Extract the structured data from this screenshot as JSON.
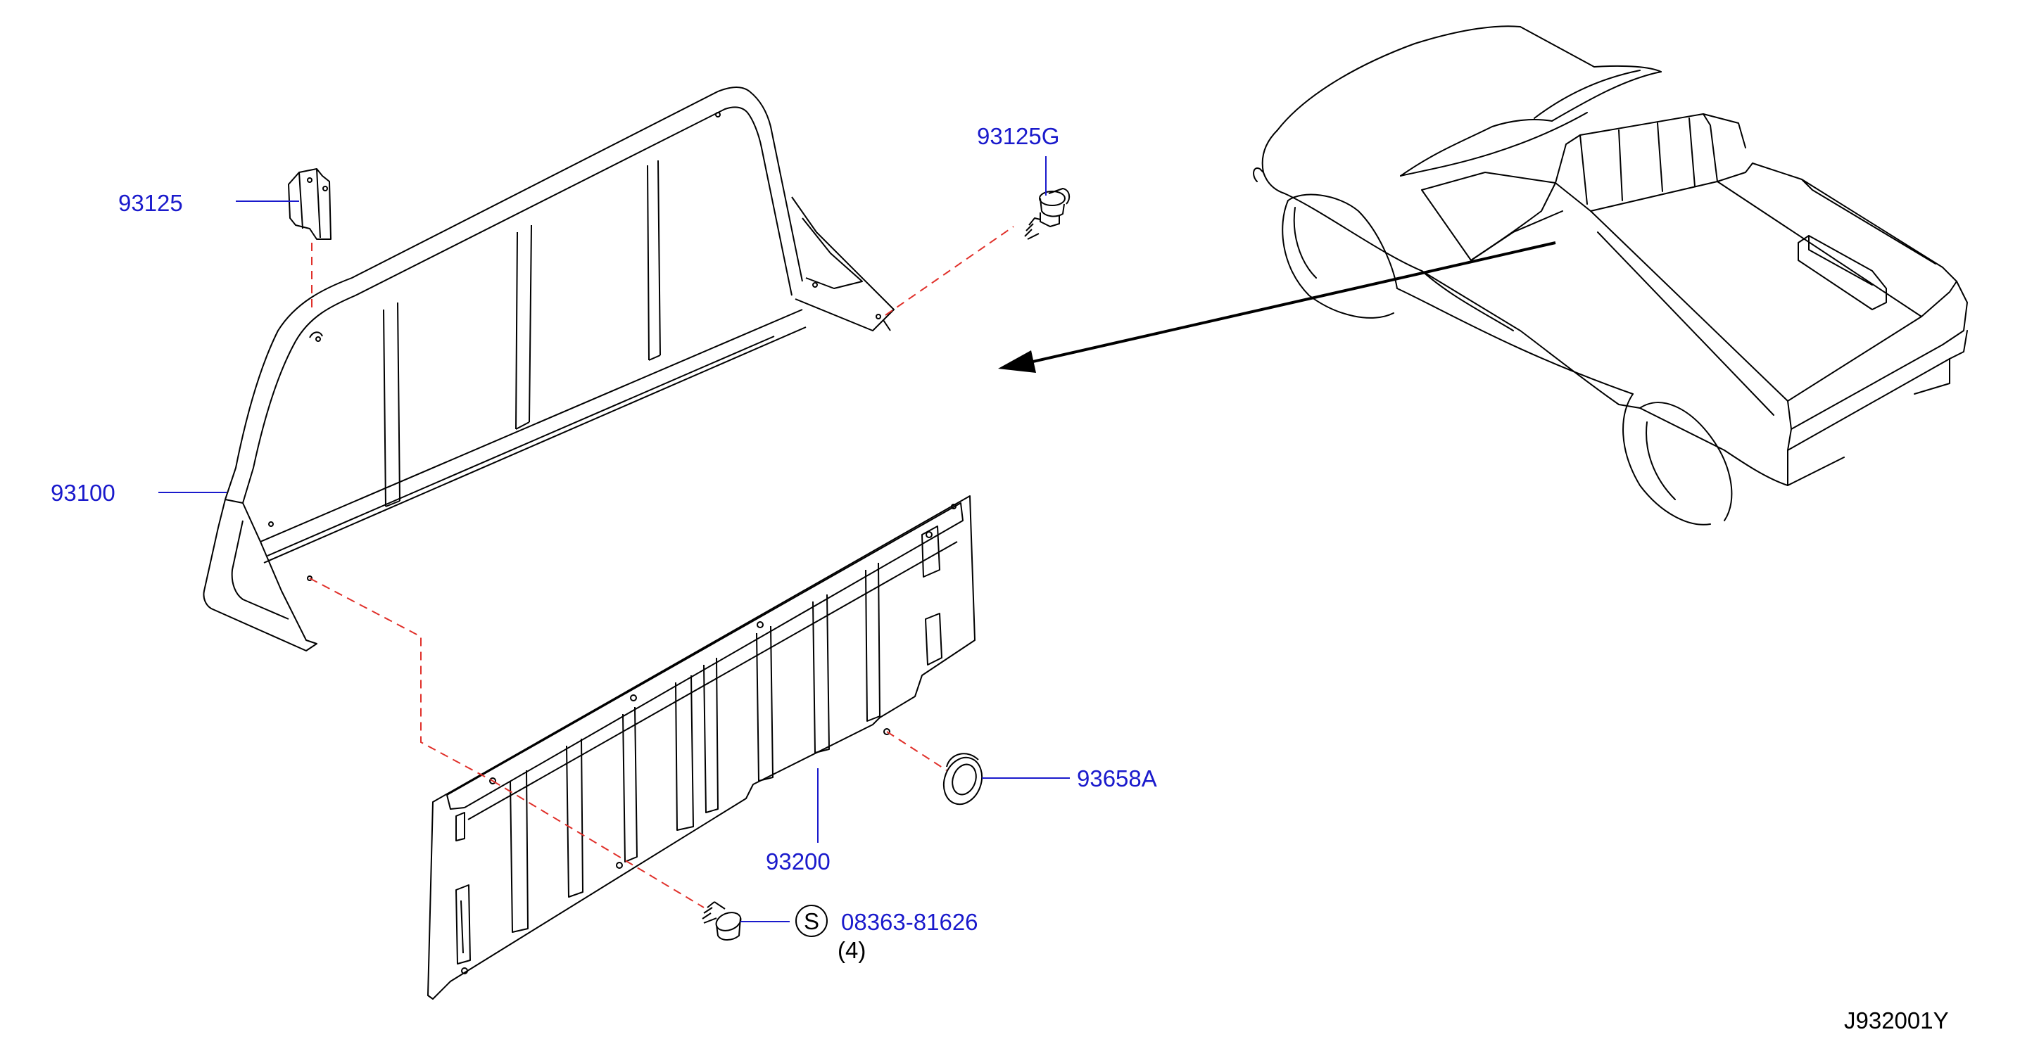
{
  "colors": {
    "label": "#1a1acc",
    "leader": "#1a1acc",
    "dash": "#e0302a",
    "line": "#000000",
    "arrow": "#000000"
  },
  "parts": {
    "p93125": "93125",
    "p93125g": "93125G",
    "p93100": "93100",
    "p93200": "93200",
    "p93658a": "93658A",
    "p08363": "08363-81626",
    "p08363_qty": "(4)",
    "std_symbol": "S"
  },
  "figure_code": "J932001Y"
}
